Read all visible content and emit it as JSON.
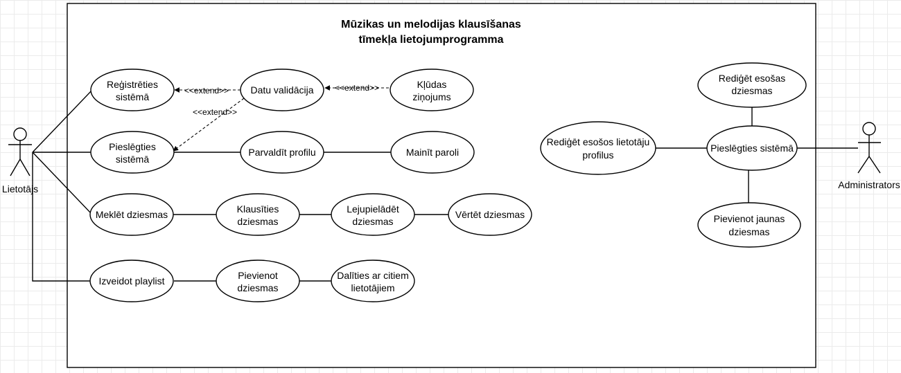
{
  "system": {
    "title_line1": "Mūzikas un melodijas klausīšanas",
    "title_line2": "tīmekļa lietojumprogramma"
  },
  "actors": {
    "user": "Lietotājs",
    "admin": "Administrators"
  },
  "use_cases": {
    "register": [
      "Reģistrēties",
      "sistēmā"
    ],
    "validation": [
      "Datu validācija"
    ],
    "errors": [
      "Kļūdas",
      "ziņojums"
    ],
    "login": [
      "Pieslēgties",
      "sistēmā"
    ],
    "manage_profile": [
      "Parvaldīt profilu"
    ],
    "change_password": [
      "Mainīt paroli"
    ],
    "search": [
      "Meklēt dziesmas"
    ],
    "listen": [
      "Klausīties",
      "dziesmas"
    ],
    "download": [
      "Lejupielādēt",
      "dziesmas"
    ],
    "rate": [
      "Vērtēt dziesmas"
    ],
    "playlist": [
      "Izveidot playlist"
    ],
    "add_songs": [
      "Pievienot",
      "dziesmas"
    ],
    "share": [
      "Dalīties ar citiem",
      "lietotājiem"
    ],
    "admin_edit_songs": [
      "Rediģēt esošas",
      "dziesmas"
    ],
    "admin_edit_users": [
      "Rediģēt esošos lietotāju",
      "profilus"
    ],
    "admin_login": [
      "Pieslēgties sistēmā"
    ],
    "admin_add_songs": [
      "Pievienot jaunas",
      "dziesmas"
    ]
  },
  "relations": {
    "extend_1": "<<extend>>",
    "extend_2": "<<extend>>",
    "extend_3": "<<extend>>"
  }
}
